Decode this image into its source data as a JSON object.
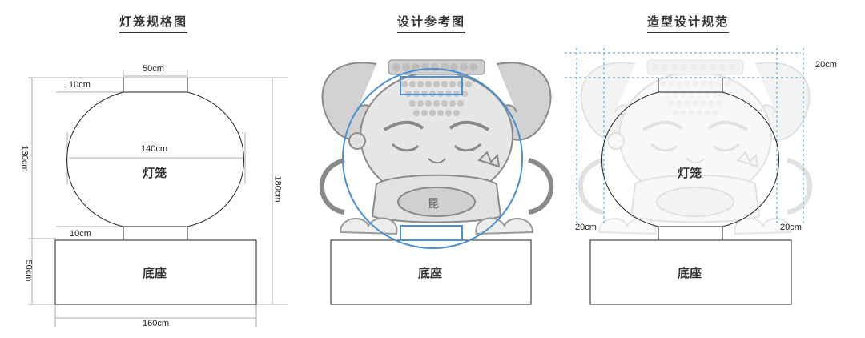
{
  "panels": [
    {
      "title": "灯笼规格图",
      "dims": {
        "top_width": "50cm",
        "neck_top": "10cm",
        "max_width": "140cm",
        "neck_bottom": "10cm",
        "lantern_height": "130cm",
        "total_height": "180cm",
        "base_height": "50cm",
        "base_width": "160cm"
      },
      "lantern_label": "灯笼",
      "base_label": "底座"
    },
    {
      "title": "设计参考图",
      "base_label": "底座",
      "character_badge": "昆"
    },
    {
      "title": "造型设计规范",
      "dims": {
        "top_margin": "20cm",
        "left_margin": "20cm",
        "right_margin": "20cm"
      },
      "lantern_label": "灯笼",
      "base_label": "底座"
    }
  ],
  "colors": {
    "line": "#222222",
    "dim_line": "#999999",
    "guide": "#3aa0d8",
    "ref_circle": "#4a8fd0",
    "character_fill": "#c8c8c8",
    "character_stroke": "#8a8a8a"
  }
}
